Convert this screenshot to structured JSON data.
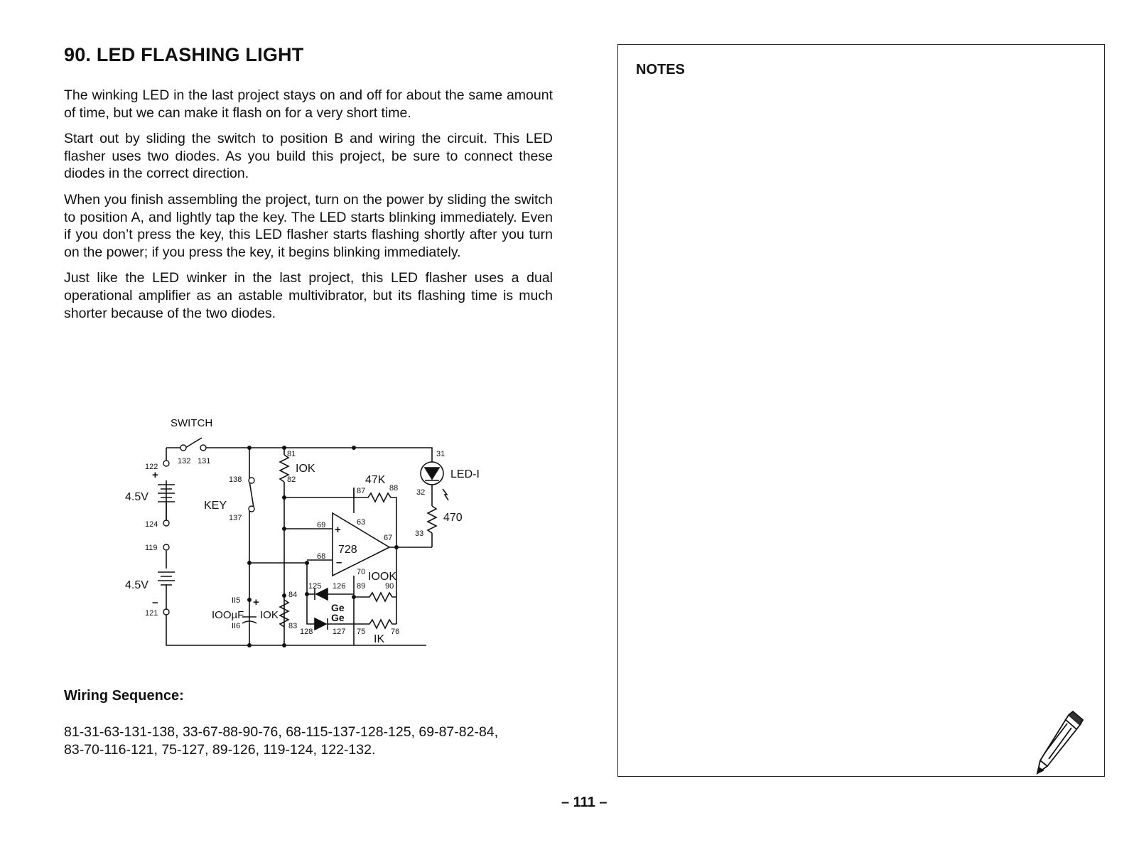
{
  "title": "90. LED FLASHING LIGHT",
  "paragraphs": [
    "The winking LED in the last project stays on and off for about the same amount of time, but we can make it flash on for a very short time.",
    "Start out by sliding the switch to position B and wiring the circuit. This LED flasher uses two diodes. As you build this project, be sure to connect these diodes in the correct direction.",
    "When you finish assembling the project, turn on the power by sliding the switch to position A, and lightly tap the key. The LED starts blinking immediately. Even if you don’t press the key, this LED flasher starts flashing shortly after you turn on the power; if you press the key, it begins blinking immediately.",
    "Just like the LED winker in the last project, this LED flasher uses a dual operational amplifier as an astable multivibrator, but its flashing time is much shorter because of the two diodes."
  ],
  "schematic": {
    "switch_label": "SWITCH",
    "key_label": "KEY",
    "battery_top": "4.5V",
    "battery_bottom": "4.5V",
    "plus": "+",
    "minus": "−",
    "r_10k_top": "IOK",
    "r_47k": "47K",
    "r_100k": "IOOK",
    "r_1k": "IK",
    "r_470": "470",
    "r_10k_bottom": "IOK",
    "capacitor": "IOOµF",
    "led": "LED-I",
    "opamp": "728",
    "diode1": "Ge",
    "diode2": "Ge",
    "opamp_plus": "+",
    "opamp_minus": "–",
    "terminals": {
      "t122": "122",
      "t132": "132",
      "t131": "131",
      "t124": "124",
      "t119": "119",
      "t121": "121",
      "t138": "138",
      "t137": "137",
      "t81": "81",
      "t82": "82",
      "t87": "87",
      "t88": "88",
      "t31": "31",
      "t32": "32",
      "t33": "33",
      "t69": "69",
      "t63": "63",
      "t67": "67",
      "t68": "68",
      "t70": "70",
      "t89": "89",
      "t90": "90",
      "t125": "125",
      "t126": "126",
      "t84": "84",
      "t115": "II5",
      "t116": "II6",
      "t83": "83",
      "t128": "128",
      "t127": "127",
      "t75": "75",
      "t76": "76"
    }
  },
  "wiring_heading": "Wiring Sequence:",
  "wiring_lines": [
    "81-31-63-131-138, 33-67-88-90-76, 68-115-137-128-125, 69-87-82-84,",
    "83-70-116-121, 75-127, 89-126, 119-124, 122-132."
  ],
  "notes_label": "NOTES",
  "page_number": "– 111 –"
}
